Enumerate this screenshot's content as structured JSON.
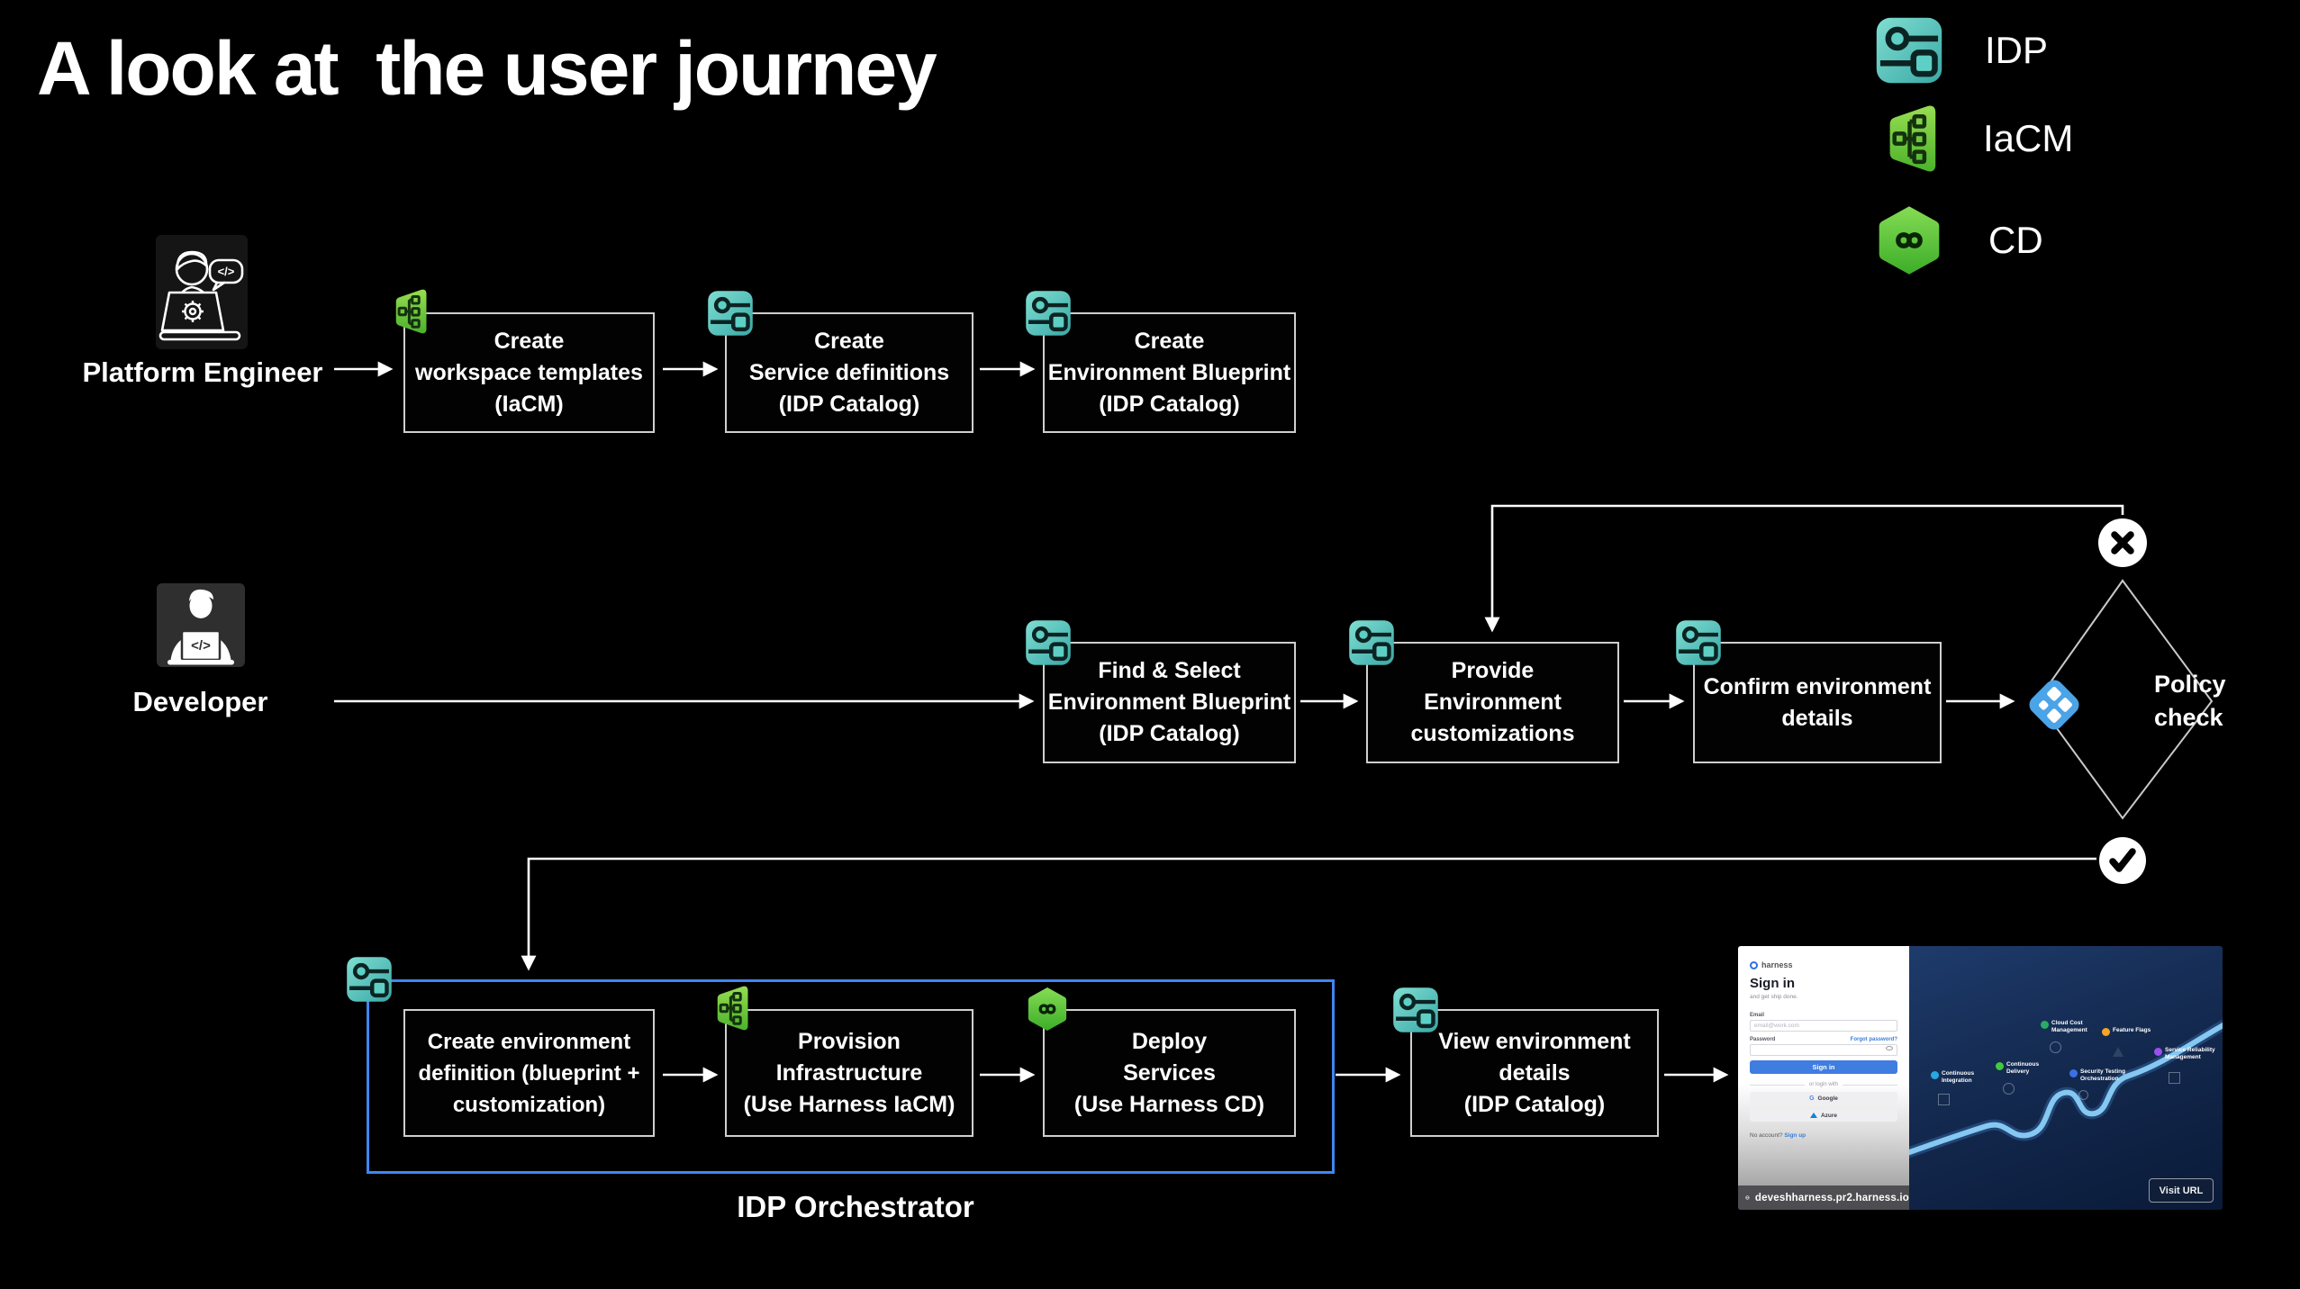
{
  "title": "A look at  the user journey",
  "legend": [
    {
      "label": "IDP"
    },
    {
      "label": "IaCM"
    },
    {
      "label": "CD"
    }
  ],
  "actors": {
    "platform_engineer": {
      "label": "Platform Engineer"
    },
    "developer": {
      "label": "Developer"
    }
  },
  "boxes": {
    "create_workspace": {
      "lines": [
        "Create",
        "workspace templates",
        "(IaCM)"
      ]
    },
    "create_service": {
      "lines": [
        "Create",
        "Service definitions",
        "(IDP Catalog)"
      ]
    },
    "create_env_blueprint": {
      "lines": [
        "Create",
        "Environment Blueprint",
        "(IDP Catalog)"
      ]
    },
    "find_select": {
      "lines": [
        "Find & Select",
        "Environment Blueprint",
        "(IDP Catalog)"
      ]
    },
    "provide_customizations": {
      "lines": [
        "Provide",
        "Environment",
        "customizations"
      ]
    },
    "confirm_details": {
      "lines": [
        "Confirm environment",
        "details"
      ]
    },
    "create_env_definition": {
      "lines": [
        "Create environment",
        "definition (blueprint +",
        "customization)"
      ]
    },
    "provision_infra": {
      "lines": [
        "Provision",
        "Infrastructure",
        "(Use Harness IaCM)"
      ]
    },
    "deploy_services": {
      "lines": [
        "Deploy",
        "Services",
        "(Use Harness CD)"
      ]
    },
    "view_env_details": {
      "lines": [
        "View environment",
        "details",
        "(IDP Catalog)"
      ]
    }
  },
  "decision": {
    "line1": "Policy",
    "line2": "check"
  },
  "orchestrator_label": "IDP Orchestrator",
  "icons": {
    "speech_code": "</>",
    "laptop_code": "</>"
  },
  "colors": {
    "idp_teal": "#5ECFC5",
    "iacm_green": "#6FCC42",
    "cd_green": "#5FC83F",
    "policy_blue": "#4BA3E8",
    "orchestrator_border": "#3F86F2",
    "signin_button_blue": "#3F7DE0",
    "road_blue": "#85C8F2"
  },
  "browser_preview": {
    "signin": {
      "brand": "harness",
      "heading": "Sign in",
      "subheading": "and get ship done.",
      "email_label": "Email",
      "email_placeholder": "email@work.com",
      "password_label": "Password",
      "forgot_link": "Forgot password?",
      "signin_button": "Sign in",
      "divider": "or login with",
      "google_logo_letter": "G",
      "google_button": "Google",
      "azure_button": "Azure",
      "no_account": "No account? ",
      "signup_link": "Sign up"
    },
    "products": [
      "Continuous Integration",
      "Continuous Delivery",
      "Cloud Cost Management",
      "Feature Flags",
      "Security Testing Orchestration",
      "Service Reliability Management"
    ],
    "url": "deveshharness.pr2.harness.io",
    "visit_button": "Visit URL"
  }
}
